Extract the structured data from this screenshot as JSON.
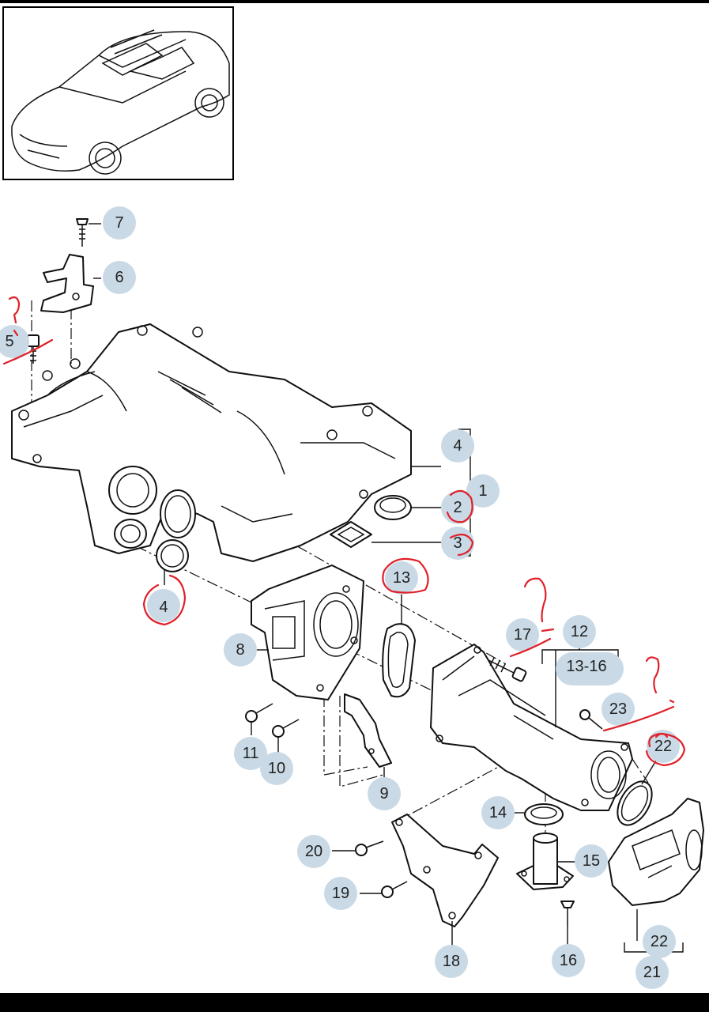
{
  "callouts": {
    "c7": "7",
    "c6": "6",
    "c5": "5",
    "c4a": "4",
    "c1": "1",
    "c2": "2",
    "c3": "3",
    "c4b": "4",
    "c13": "13",
    "c8": "8",
    "c17": "17",
    "c12": "12",
    "c13_16": "13-16",
    "c23": "23",
    "c22a": "22",
    "c11": "11",
    "c10": "10",
    "c9": "9",
    "c14": "14",
    "c20": "20",
    "c15": "15",
    "c19": "19",
    "c18": "18",
    "c16": "16",
    "c22b": "22",
    "c21": "21"
  },
  "colors": {
    "bubble": "#c9dae6",
    "ink": "#e0202a",
    "line": "#111111"
  },
  "annotations": {
    "question_marks": [
      "?",
      "?",
      "?"
    ]
  }
}
